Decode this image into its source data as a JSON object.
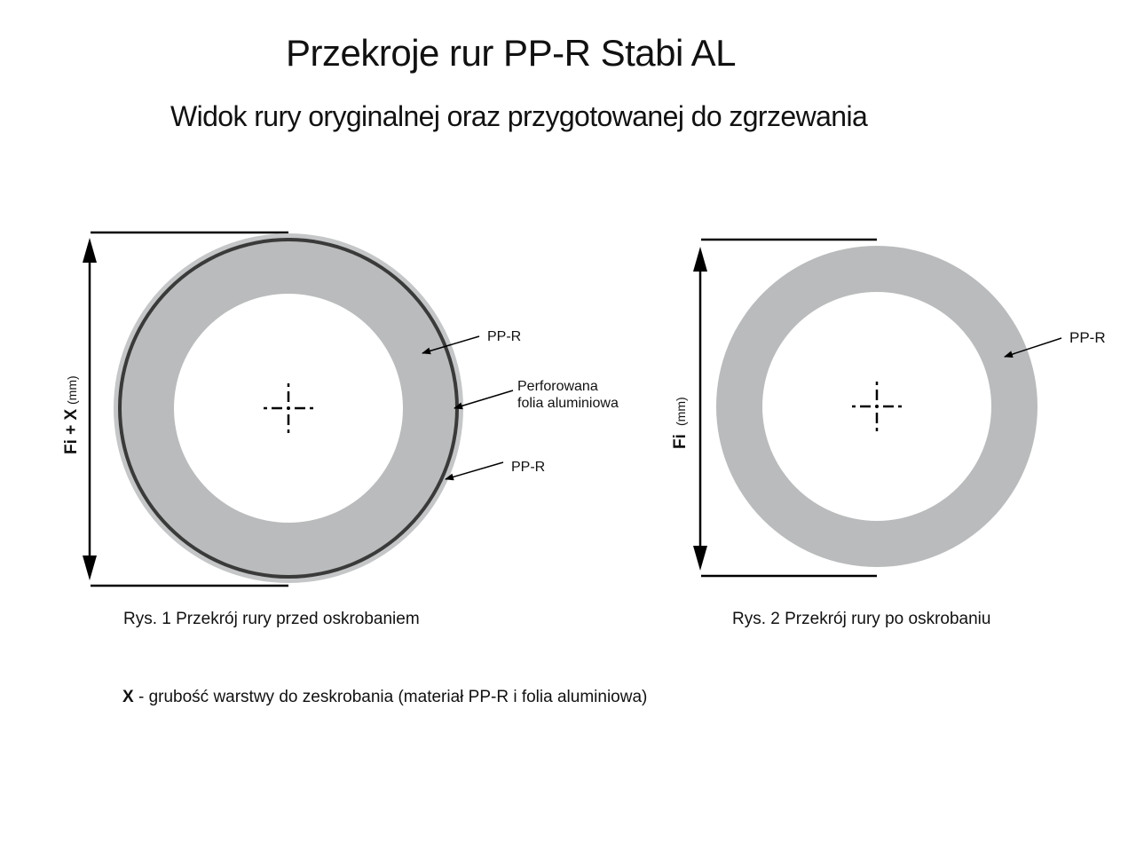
{
  "header": {
    "title": "Przekroje rur PP-R Stabi AL",
    "subtitle": "Widok rury oryginalnej oraz przygotowanej do zgrzewania"
  },
  "figure1": {
    "dimension_label_main": "Fi + X",
    "dimension_label_unit": "(mm)",
    "labels": {
      "inner_layer": "PP-R",
      "foil_line1": "Perforowana",
      "foil_line2": "folia aluminiowa",
      "outer_layer": "PP-R"
    },
    "caption": "Rys. 1 Przekrój rury przed oskrobaniem"
  },
  "figure2": {
    "dimension_label_main": "Fi",
    "dimension_label_unit": "(mm)",
    "labels": {
      "layer": "PP-R"
    },
    "caption": "Rys. 2 Przekrój rury po oskrobaniu"
  },
  "note": {
    "symbol": "X",
    "text": " - grubość warstwy do zeskrobania (materiał PP-R i folia aluminiowa)"
  },
  "colors": {
    "pipe_gray": "#b9bbbc",
    "outer_layer_gray": "#c4c6c7",
    "foil_dark": "#3a3a3a",
    "line_black": "#000000"
  }
}
